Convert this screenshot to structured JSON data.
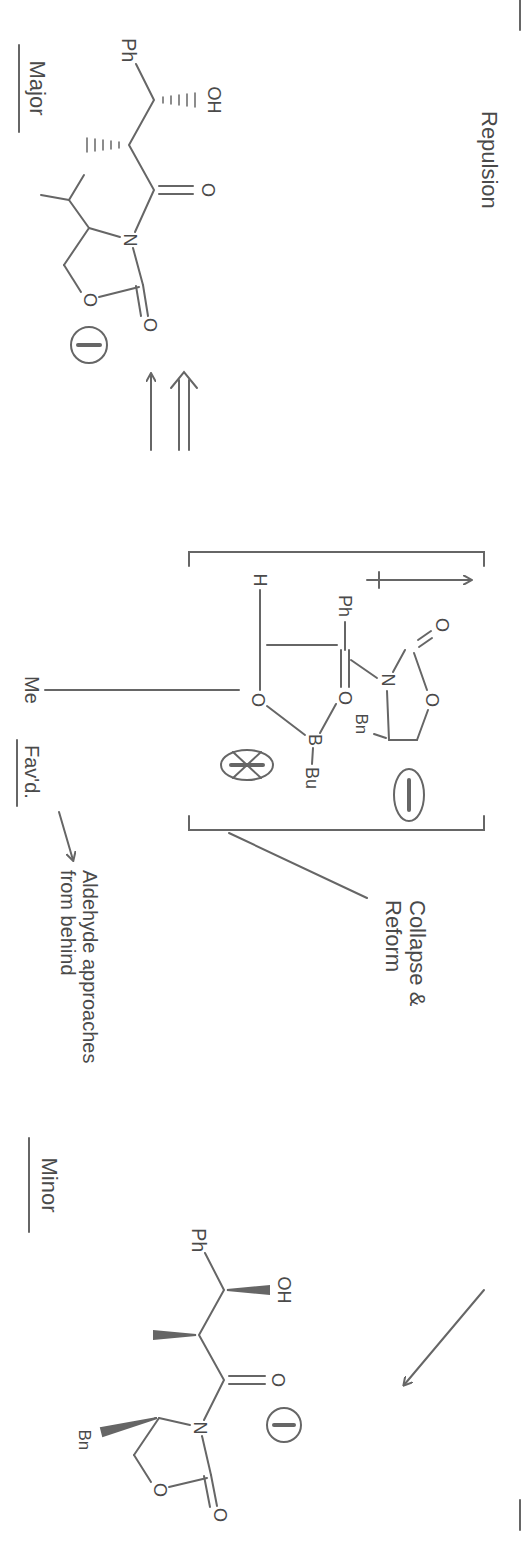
{
  "diagram": {
    "labels": [
      "Repulsion",
      "Ph",
      "OH",
      "O",
      "N",
      "O",
      "O",
      "Major",
      "O",
      "O",
      "N",
      "Bn",
      "Ph",
      "O",
      "B",
      "Bu",
      "H",
      "O",
      "Me",
      "Fav'd.",
      "Collapse & Reform",
      "Aldehyde approaches from behind",
      "Ph",
      "OH",
      "O",
      "N",
      "O",
      "O",
      "Bn",
      "Minor"
    ]
  }
}
